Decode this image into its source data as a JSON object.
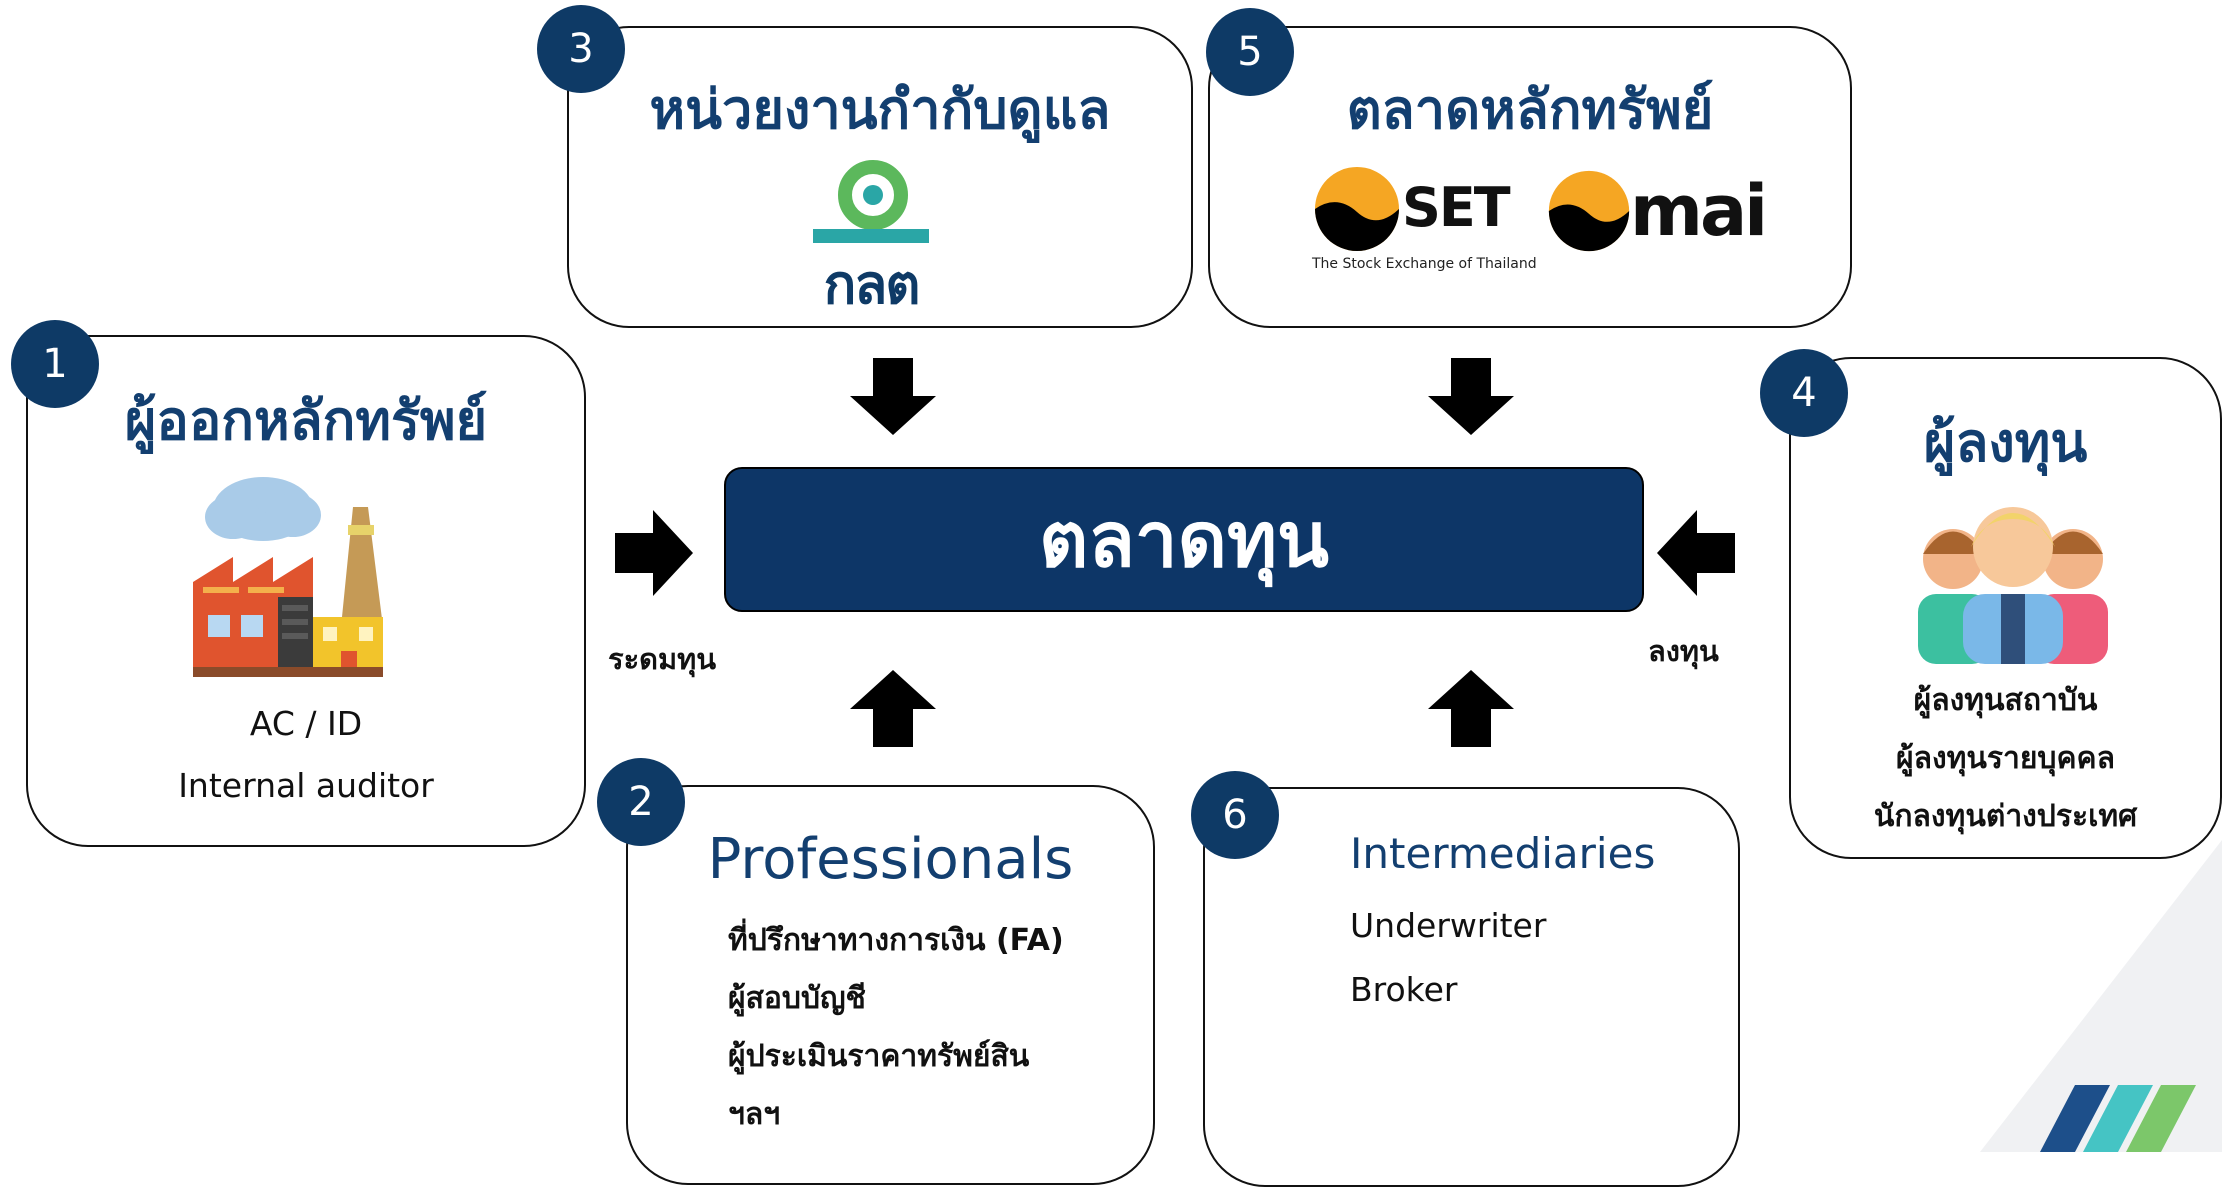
{
  "center": {
    "label": "ตลาดทุน"
  },
  "arrows": {
    "left_label": "ระดมทุน",
    "right_label": "ลงทุน"
  },
  "boxes": {
    "issuer": {
      "number": "1",
      "title": "ผู้ออกหลักทรัพย์",
      "lines": [
        "AC / ID",
        "Internal auditor"
      ]
    },
    "professionals": {
      "number": "2",
      "title": "Professionals",
      "lines": [
        "ที่ปรึกษาทางการเงิน (FA)",
        "ผู้สอบบัญชี",
        "ผู้ประเมินราคาทรัพย์สิน",
        "ฯลฯ"
      ]
    },
    "regulator": {
      "number": "3",
      "title": "หน่วยงานกำกับดูแล",
      "logo_text": "กลต"
    },
    "investors": {
      "number": "4",
      "title": "ผู้ลงทุน",
      "lines": [
        "ผู้ลงทุนสถาบัน",
        "ผู้ลงทุนรายบุคคล",
        "นักลงทุนต่างประเทศ"
      ]
    },
    "exchange": {
      "number": "5",
      "title": "ตลาดหลักทรัพย์",
      "set_logo": "SET",
      "set_caption": "The Stock Exchange of Thailand",
      "mai_logo": "mai"
    },
    "intermediaries": {
      "number": "6",
      "title": "Intermediaries",
      "lines": [
        "Underwriter",
        "Broker"
      ]
    }
  },
  "colors": {
    "navy": "#0e3a66",
    "title_blue": "#133f70",
    "sec_green": "#5cb85c",
    "sec_teal": "#2aa6a6",
    "set_orange": "#f5a623",
    "deco_blue": "#1d4f8a",
    "deco_teal": "#45c4c4",
    "deco_green": "#7cc76a"
  }
}
